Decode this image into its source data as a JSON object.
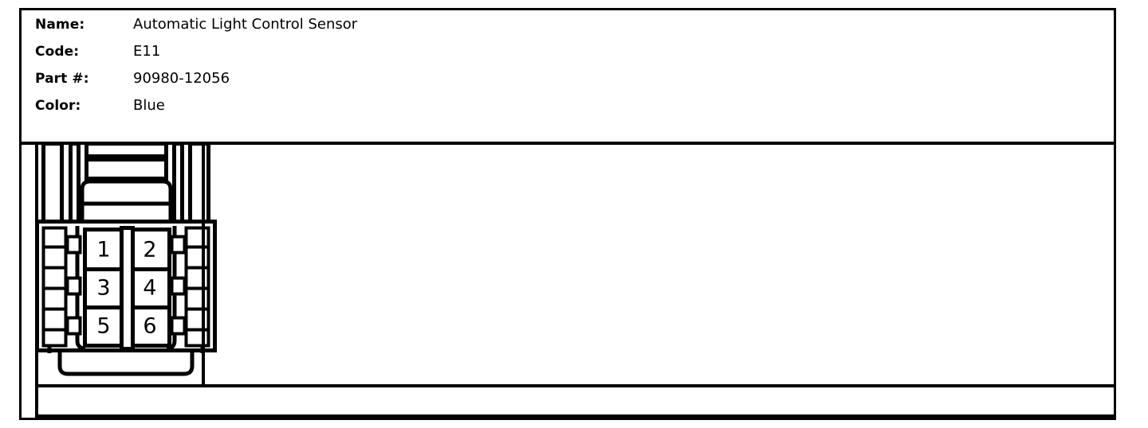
{
  "document": {
    "type": "connector-detail-sheet"
  },
  "info": {
    "rows": [
      {
        "label": "Name:",
        "value": "Automatic Light Control Sensor"
      },
      {
        "label": "Code:",
        "value": "E11"
      },
      {
        "label": "Part #:",
        "value": "90980-12056"
      },
      {
        "label": "Color:",
        "value": "Blue"
      }
    ]
  },
  "connector": {
    "pin_count": 6,
    "columns": 2,
    "rows": 3,
    "pins": [
      {
        "number": "1",
        "row": 1,
        "column": 1
      },
      {
        "number": "2",
        "row": 1,
        "column": 2
      },
      {
        "number": "3",
        "row": 2,
        "column": 1
      },
      {
        "number": "4",
        "row": 2,
        "column": 2
      },
      {
        "number": "5",
        "row": 3,
        "column": 1
      },
      {
        "number": "6",
        "row": 3,
        "column": 2
      }
    ],
    "pin_labels": [
      "1",
      "2",
      "3",
      "4",
      "5",
      "6"
    ]
  },
  "colors": {
    "line": "#000000",
    "background": "#ffffff",
    "text": "#000000"
  }
}
